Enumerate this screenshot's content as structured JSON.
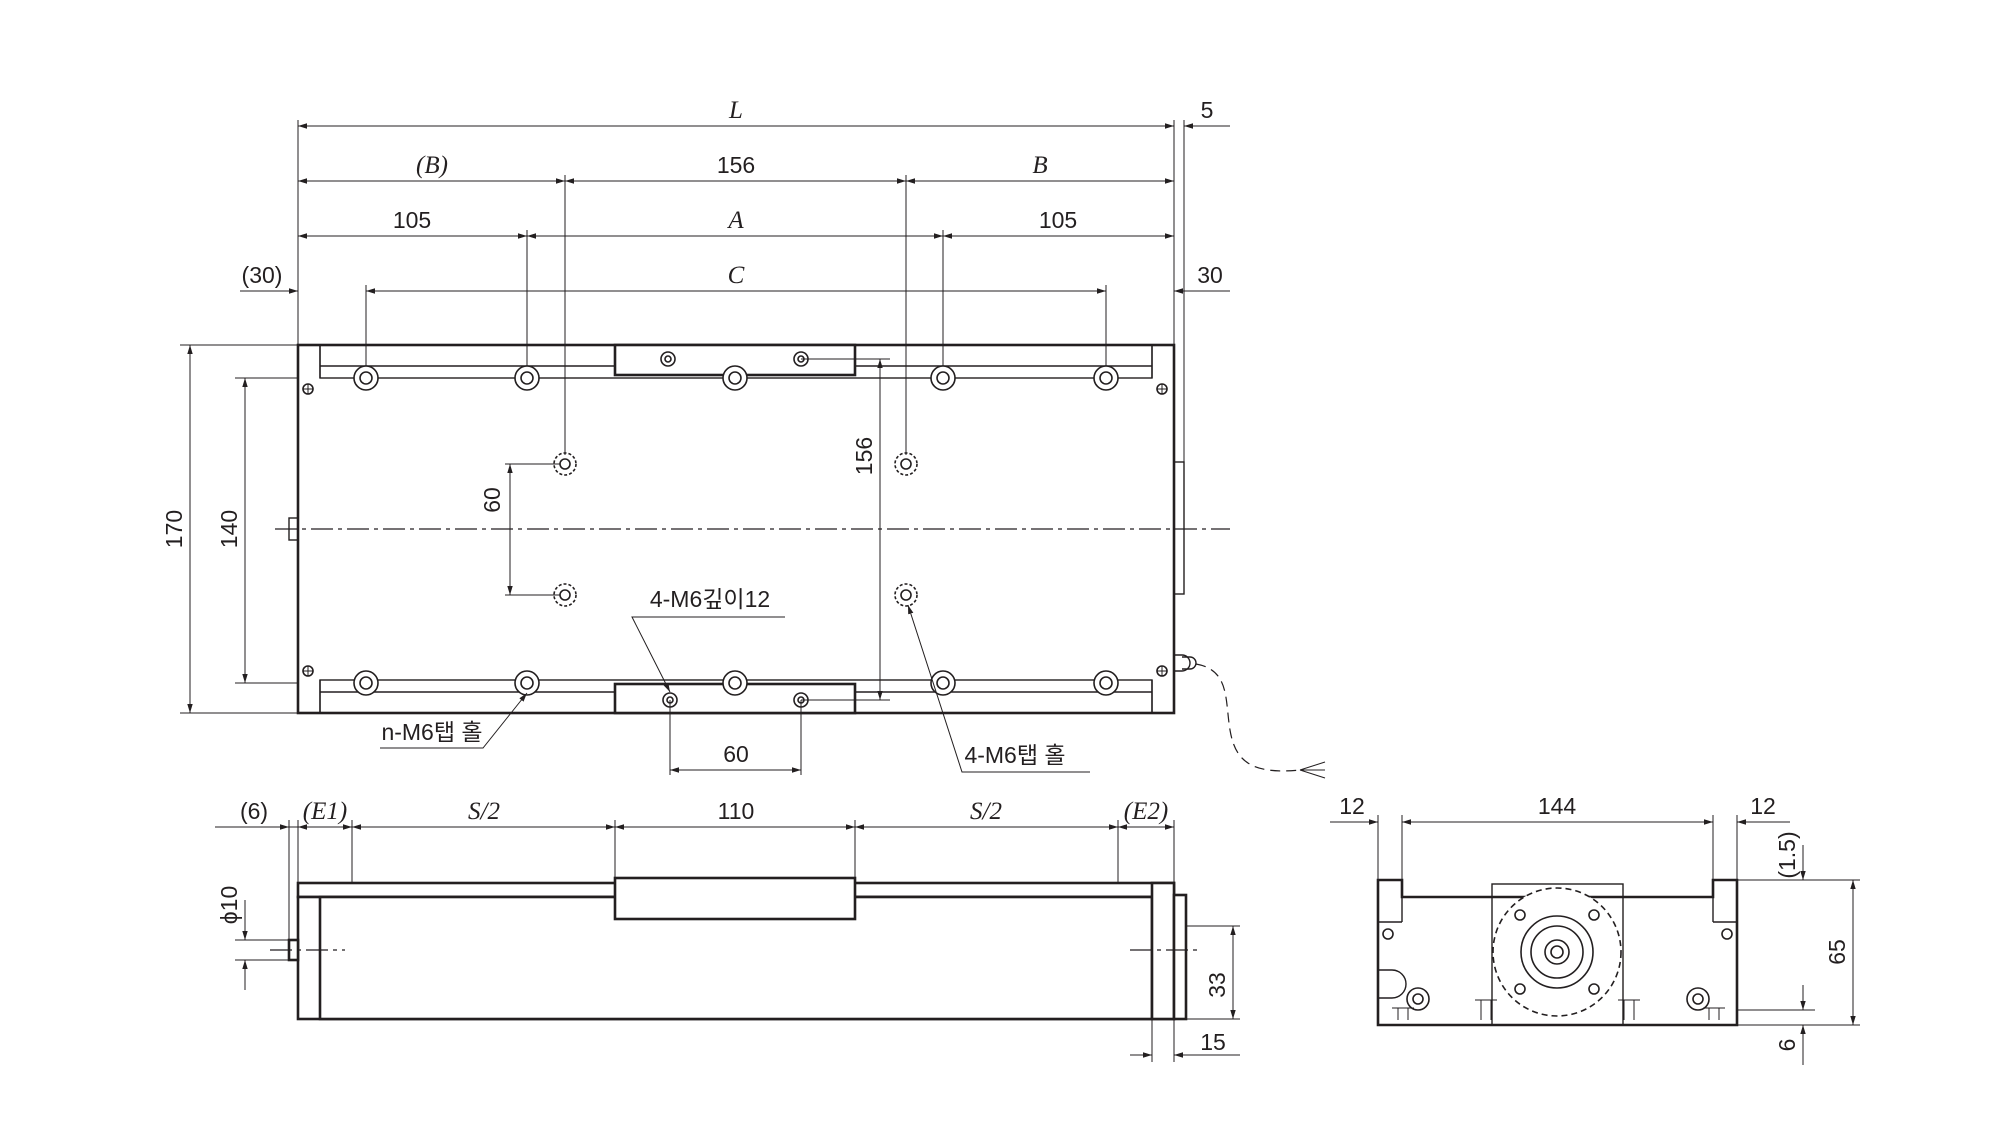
{
  "top_view": {
    "dim_L": "L",
    "dim_5": "5",
    "dim_B_paren": "(B)",
    "dim_156": "156",
    "dim_B": "B",
    "dim_105_left": "105",
    "dim_A": "A",
    "dim_105_right": "105",
    "dim_30_paren": "(30)",
    "dim_C": "C",
    "dim_30": "30",
    "dim_170": "170",
    "dim_140": "140",
    "dim_60_vert": "60",
    "dim_156_vert": "156",
    "dim_60_bottom": "60",
    "label_4m6_depth": "4-M6깊이12",
    "label_n_tap": "n-M6탭 홀",
    "label_4m6_tap": "4-M6탭 홀"
  },
  "front_view": {
    "dim_6_paren": "(6)",
    "dim_E1": "(E1)",
    "dim_S2_left": "S/2",
    "dim_110": "110",
    "dim_S2_right": "S/2",
    "dim_E2": "(E2)",
    "dim_phi10": "ϕ10",
    "dim_33": "33",
    "dim_15": "15"
  },
  "side_view": {
    "dim_12_left": "12",
    "dim_144": "144",
    "dim_12_right": "12",
    "dim_1_5": "(1.5)",
    "dim_65": "65",
    "dim_6": "6"
  },
  "colors": {
    "line": "#231f20",
    "body_fill": "#e6e7e8"
  }
}
